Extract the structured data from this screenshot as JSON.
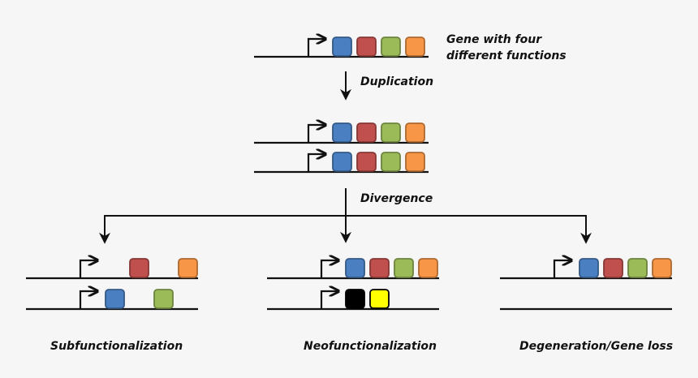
{
  "labels": {
    "gene_line1": "Gene with four",
    "gene_line2": "different functions",
    "duplication": "Duplication",
    "divergence": "Divergence",
    "subfunctionalization": "Subfunctionalization",
    "neofunctionalization": "Neofunctionalization",
    "degeneration": "Degeneration/Gene loss"
  },
  "colors": {
    "blue": "#4a7fc1",
    "red": "#c0504d",
    "green": "#9bbb59",
    "orange": "#f79646",
    "black": "#000000",
    "yellow": "#ffff00",
    "line": "#111111"
  },
  "genes": [
    {
      "name": "original-gene",
      "domains": [
        "blue",
        "red",
        "green",
        "orange"
      ]
    },
    {
      "name": "duplicated-gene-copy-1",
      "domains": [
        "blue",
        "red",
        "green",
        "orange"
      ]
    },
    {
      "name": "duplicated-gene-copy-2",
      "domains": [
        "blue",
        "red",
        "green",
        "orange"
      ]
    },
    {
      "name": "subfunc-gene-copy-1",
      "domains": [
        null,
        "red",
        null,
        "orange"
      ]
    },
    {
      "name": "subfunc-gene-copy-2",
      "domains": [
        "blue",
        null,
        "green",
        null
      ]
    },
    {
      "name": "neofunc-gene-copy-1",
      "domains": [
        "blue",
        "red",
        "green",
        "orange"
      ]
    },
    {
      "name": "neofunc-gene-copy-2",
      "domains": [
        "black",
        "yellow"
      ]
    },
    {
      "name": "degen-gene-copy-1",
      "domains": [
        "blue",
        "red",
        "green",
        "orange"
      ]
    },
    {
      "name": "degen-gene-copy-2",
      "domains": []
    }
  ]
}
